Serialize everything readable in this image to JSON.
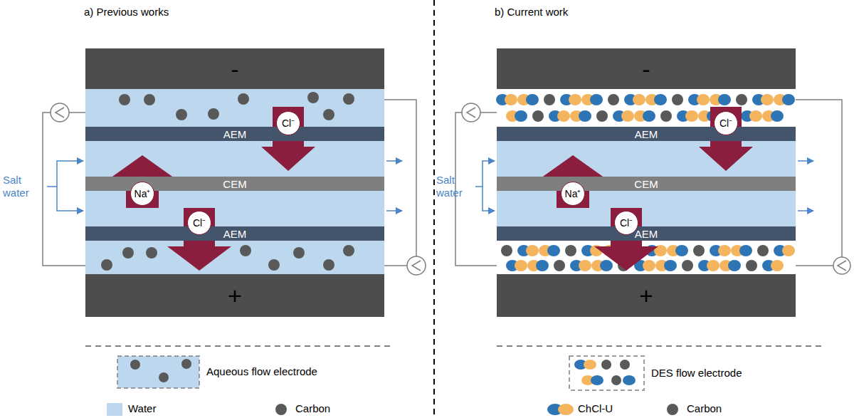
{
  "diagram": {
    "nodes": [
      {
        "text": [
          "-"
        ]
      },
      {
        "text": [
          "AEM"
        ]
      },
      {
        "text": [
          "Cl⁻"
        ]
      },
      {
        "text": [
          "Na⁺"
        ]
      },
      {
        "text": [
          "CEM"
        ]
      },
      {
        "text": [
          "Cl⁻"
        ]
      },
      {
        "text": [
          "AEM"
        ]
      },
      {
        "text": [
          "+"
        ]
      },
      {
        "text": [
          "-"
        ]
      },
      {
        "text": [
          "AEM"
        ]
      },
      {
        "text": [
          "Cl⁻"
        ]
      },
      {
        "text": [
          "Na⁺"
        ]
      },
      {
        "text": [
          "CEM"
        ]
      },
      {
        "text": [
          "Cl⁻"
        ]
      },
      {
        "text": [
          "AEM"
        ]
      },
      {
        "text": [
          "+"
        ]
      }
    ],
    "labels": [
      "a) Previous works",
      "Salt water",
      "b) Current work",
      "Salt water"
    ],
    "legend": [
      {
        "text": "Aqueous flow electrode"
      },
      {
        "text": "Water",
        "color": "#bdd7ee"
      },
      {
        "text": "Carbon",
        "color": "#595959"
      },
      {
        "text": "DES flow electrode"
      },
      {
        "text": "ChCl-U"
      },
      {
        "text": "Carbon",
        "color": "#595959"
      }
    ]
  }
}
